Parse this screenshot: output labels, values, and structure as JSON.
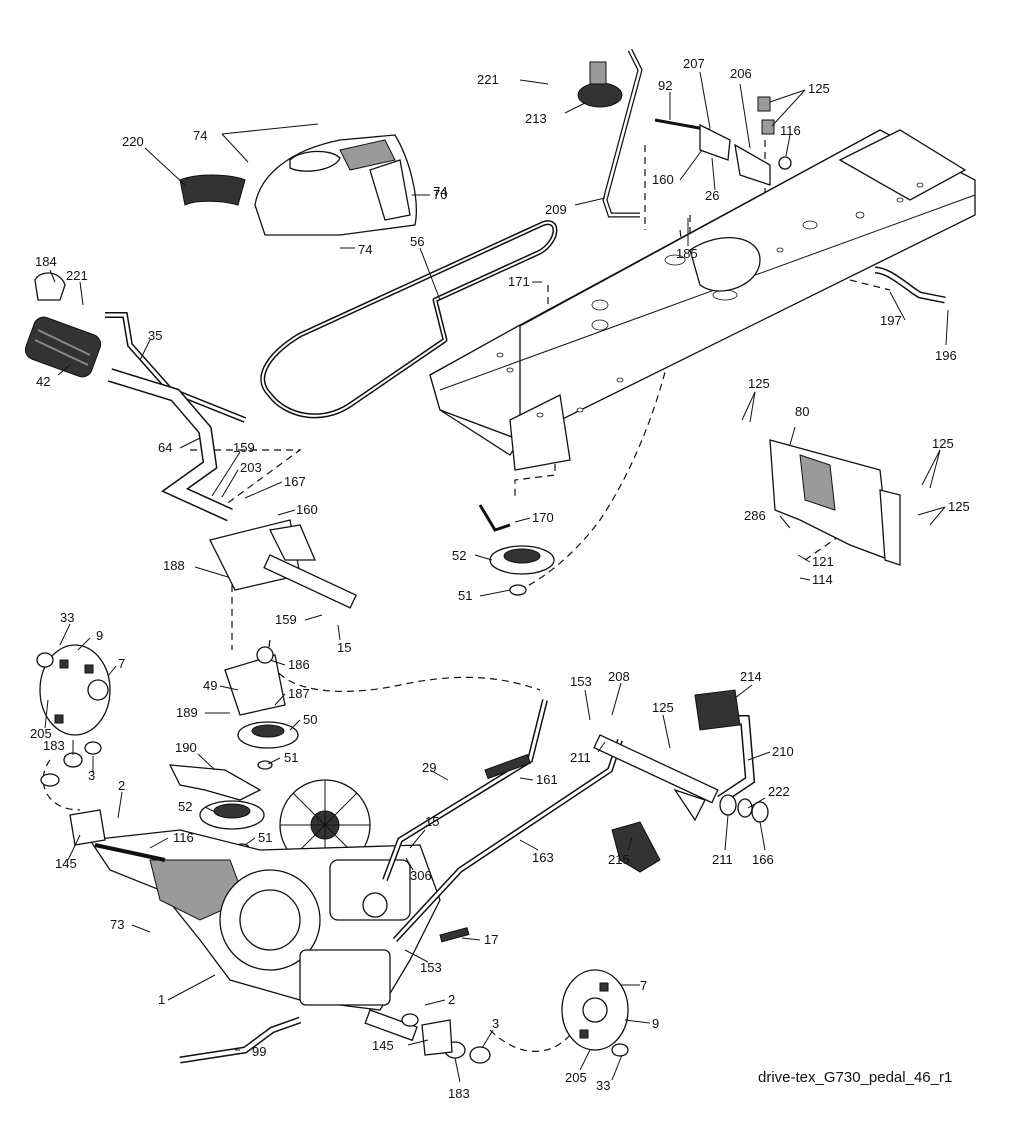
{
  "caption": "drive-tex_G730_pedal_46_r1",
  "callouts": [
    "220",
    "74",
    "74",
    "70",
    "74",
    "221",
    "213",
    "92",
    "207",
    "206",
    "125",
    "116",
    "160",
    "26",
    "209",
    "185",
    "171",
    "56",
    "184",
    "221",
    "35",
    "42",
    "64",
    "159",
    "203",
    "167",
    "160",
    "188",
    "170",
    "52",
    "51",
    "197",
    "196",
    "125",
    "80",
    "125",
    "125",
    "286",
    "121",
    "114",
    "33",
    "9",
    "7",
    "205",
    "183",
    "3",
    "159",
    "15",
    "186",
    "49",
    "187",
    "189",
    "50",
    "190",
    "51",
    "52",
    "51",
    "2",
    "145",
    "116",
    "73",
    "1",
    "29",
    "161",
    "15",
    "306",
    "163",
    "17",
    "153",
    "208",
    "125",
    "211",
    "214",
    "210",
    "222",
    "211",
    "166",
    "215",
    "153",
    "2",
    "99",
    "145",
    "3",
    "183",
    "7",
    "9",
    "205",
    "33"
  ]
}
